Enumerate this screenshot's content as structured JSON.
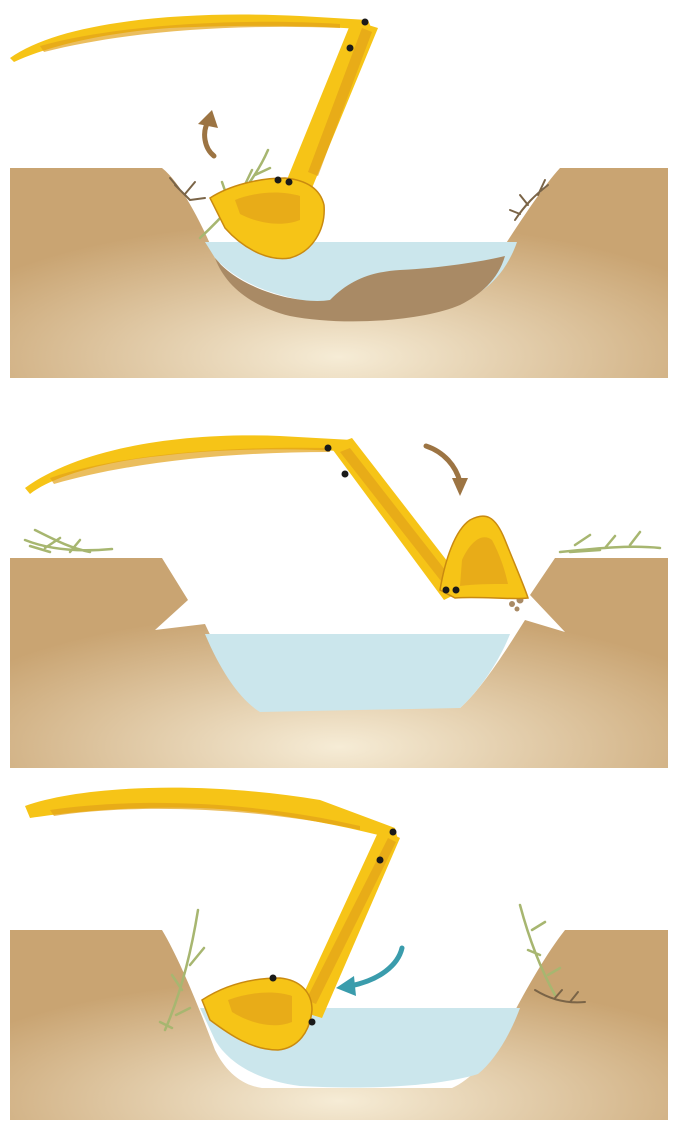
{
  "figure": {
    "panels": [
      {
        "step": 1,
        "action": "lift",
        "arrow_direction": "up",
        "has_sediment": true,
        "bank_notches": false,
        "bank_plants": "bank-slopes"
      },
      {
        "step": 2,
        "action": "lower-to-bank",
        "arrow_direction": "down",
        "has_sediment": false,
        "bank_notches": true,
        "bank_plants": "bank-tops"
      },
      {
        "step": 3,
        "action": "push-in",
        "arrow_direction": "left",
        "has_sediment": false,
        "bank_notches": false,
        "bank_plants": "bank-slopes"
      }
    ]
  },
  "colors": {
    "soil_edge": "#c9a472",
    "soil_center": "#f6ecd6",
    "water": "#cbe6ec",
    "sediment": "#a98a65",
    "arm": "#f6c417",
    "arm_shade": "#e3a21a",
    "arm_dark": "#c98a10",
    "pivot": "#1a1a1a",
    "arrow_brown": "#9c7443",
    "arrow_teal": "#3a9cac",
    "plant_green": "#a7b670",
    "plant_brown": "#7a6447"
  }
}
